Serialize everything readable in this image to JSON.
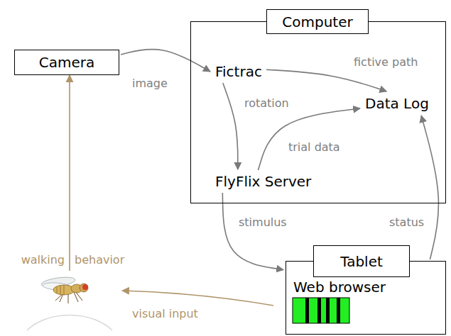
{
  "diagram": {
    "nodes": [
      {
        "text": [
          "Camera"
        ]
      },
      {
        "text": [
          "Computer"
        ]
      },
      {
        "text": [
          "Fictrac"
        ],
        "in": 1
      },
      {
        "text": [
          "Data Log"
        ],
        "in": 1
      },
      {
        "text": [
          "FlyFlix Server"
        ],
        "in": 1
      },
      {
        "text": [
          "Tablet",
          "Web browser"
        ]
      }
    ],
    "edges": [
      {
        "from": 0,
        "to": 2,
        "label": "image",
        "arrow": "to"
      },
      {
        "from": 2,
        "to": 3,
        "label": "fictive path",
        "arrow": "to"
      },
      {
        "from": 2,
        "to": 4,
        "label": "rotation",
        "arrow": "to"
      },
      {
        "from": 4,
        "to": 3,
        "label": "trial data",
        "arrow": "to"
      },
      {
        "from": 4,
        "to": 5,
        "label": "stimulus",
        "arrow": "to"
      },
      {
        "from": 5,
        "to": 3,
        "label": "status",
        "arrow": "to"
      }
    ],
    "labels": [
      "walking",
      "behavior",
      "visual input"
    ]
  }
}
